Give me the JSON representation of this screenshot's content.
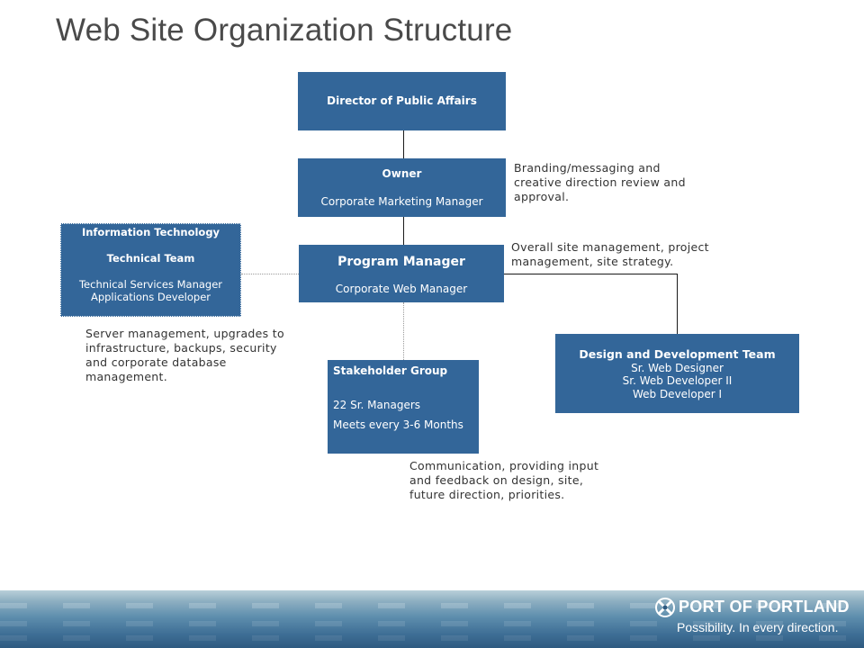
{
  "title": "Web Site Organization Structure",
  "nodes": {
    "director": {
      "label": "Director of Public Affairs"
    },
    "owner": {
      "label": "Owner",
      "sub": "Corporate Marketing Manager"
    },
    "program_manager": {
      "label": "Program Manager",
      "sub": "Corporate Web Manager"
    },
    "it_team": {
      "line1": "Information Technology",
      "line2": "Technical Team",
      "line3": "Technical Services Manager",
      "line4": "Applications Developer"
    },
    "stakeholder": {
      "label": "Stakeholder Group",
      "line1": "22 Sr. Managers",
      "line2": "Meets every 3-6 Months"
    },
    "design_team": {
      "label": "Design and Development Team",
      "line1": "Sr. Web Designer",
      "line2": "Sr. Web Developer II",
      "line3": "Web Developer I"
    }
  },
  "notes": {
    "owner": "Branding/messaging  and\ncreative direction review and\napproval.",
    "program_manager": "Overall site management, project\nmanagement, site strategy.",
    "it": "Server management, upgrades to\ninfrastructure, backups, security\nand corporate database\nmanagement.",
    "stakeholder": "Communication,  providing input\nand feedback on design, site,\nfuture direction, priorities."
  },
  "footer": {
    "brand": "PORT OF PORTLAND",
    "tagline": "Possibility. In every direction.",
    "logo_icon": "port-compass-icon"
  },
  "colors": {
    "box": "#336699",
    "title": "#4a4a4a",
    "connector": "#1a1a1a"
  }
}
